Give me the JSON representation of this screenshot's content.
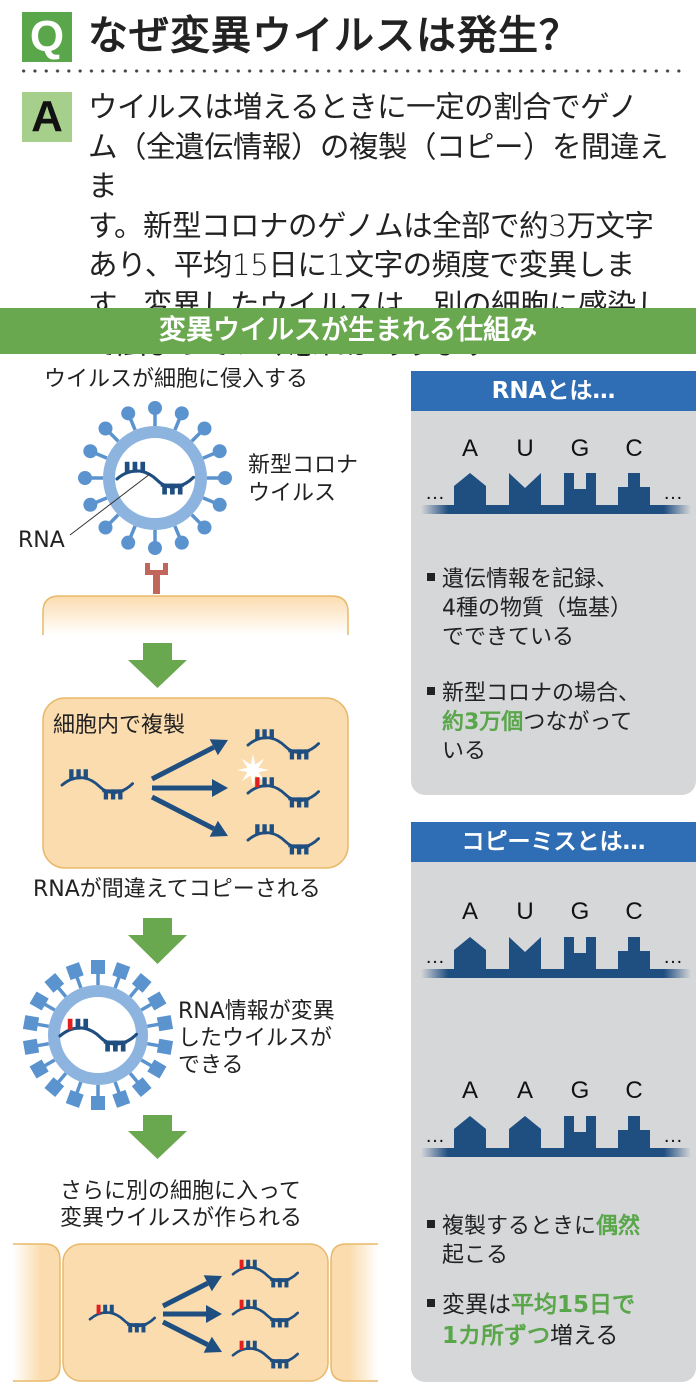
{
  "question": {
    "badge": "Q",
    "title": "なぜ変異ウイルスは発生？"
  },
  "answer": {
    "badge": "A",
    "lines": [
      "ウイルスは増えるときに一定の割合でゲノ",
      "ム（全遺伝情報）の複製（コピー）を間違えま",
      "す。新型コロナのゲノムは全部で約3万文字",
      "あり、平均15日に1文字の頻度で変異しま",
      "す。変異したウイルスは、別の細胞に感染し",
      "て広まっていく恐れがあります"
    ]
  },
  "section_title": "変異ウイルスが生まれる仕組み",
  "flow": {
    "step1_label": "ウイルスが細胞に侵入する",
    "virus_label_line1": "新型コロナ",
    "virus_label_line2": "ウイルス",
    "rna_label": "RNA",
    "replication_label": "細胞内で複製",
    "step2_label": "RNAが間違えてコピーされる",
    "mutant_label_lines": [
      "RNA情報が変異",
      "したウイルスが",
      "できる"
    ],
    "step4_label_lines": [
      "さらに別の細胞に入って",
      "変異ウイルスが作られる"
    ]
  },
  "rna_panel": {
    "title": "RNAとは…",
    "bases": [
      "A",
      "U",
      "G",
      "C"
    ],
    "ellipsis": "…",
    "bullets": [
      {
        "lines": [
          "遺伝情報を記録、",
          "4種の物質（塩基）",
          "でできている"
        ]
      },
      {
        "pre": "新型コロナの場合、",
        "highlight": "約3万個",
        "post": "つながって",
        "tail": "いる"
      }
    ]
  },
  "copy_panel": {
    "title": "コピーミスとは…",
    "bases_before": [
      "A",
      "U",
      "G",
      "C"
    ],
    "bases_after": [
      "A",
      "A",
      "G",
      "C"
    ],
    "ellipsis": "…",
    "bullets": [
      {
        "pre": "複製するときに",
        "highlight": "偶然",
        "tail": "起こる"
      },
      {
        "pre": "変異は",
        "highlight": "平均15日で",
        "highlight2": "1カ所ずつ",
        "post": "増える"
      }
    ]
  },
  "colors": {
    "green": "#6aa84f",
    "accent_green": "#5aa64b",
    "blue_header": "#2f6db5",
    "rna_navy": "#1f4e80",
    "virus_blue": "#5b93cf",
    "virus_ring": "#8db4df",
    "cell_fill": "#fbdcae",
    "cell_border": "#e8b96a",
    "receptor": "#c0665a",
    "mutation_red": "#e02020",
    "panel_gray": "#d6d7d9"
  }
}
